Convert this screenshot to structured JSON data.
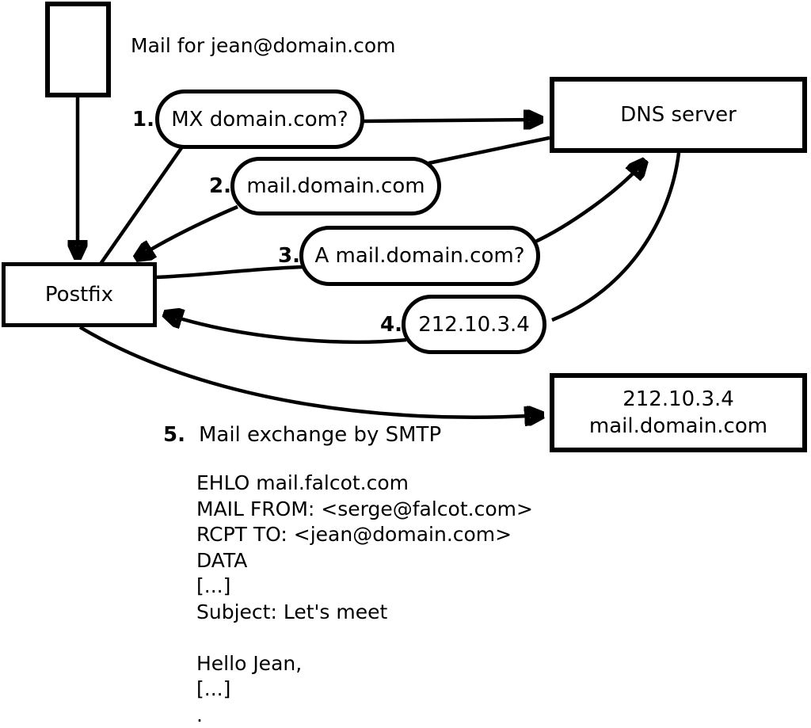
{
  "diagram": {
    "mail_label": "Mail for jean@domain.com",
    "nodes": {
      "postfix": "Postfix",
      "dns": "DNS server",
      "mail_server": {
        "line1": "212.10.3.4",
        "line2": "mail.domain.com"
      }
    },
    "steps": [
      {
        "num": "1.",
        "label": "MX domain.com?"
      },
      {
        "num": "2.",
        "label": "mail.domain.com"
      },
      {
        "num": "3.",
        "label": "A mail.domain.com?"
      },
      {
        "num": "4.",
        "label": "212.10.3.4"
      },
      {
        "num": "5.",
        "label": "Mail exchange by SMTP"
      }
    ],
    "smtp_session": [
      "EHLO mail.falcot.com",
      "MAIL FROM: <serge@falcot.com>",
      "RCPT TO: <jean@domain.com>",
      "DATA",
      "[...]",
      "Subject: Let's meet",
      "",
      "Hello Jean,",
      "[...]",
      "."
    ],
    "colors": {
      "stroke": "#000000",
      "background": "#ffffff"
    }
  }
}
